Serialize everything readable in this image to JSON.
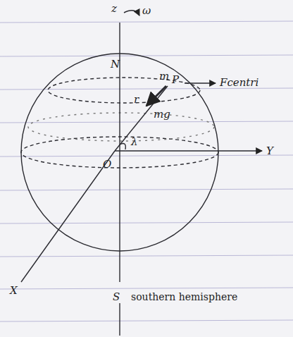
{
  "diagram": {
    "labels": [
      "z",
      "ω",
      "N",
      "m",
      "P",
      "Fcentri",
      "r",
      "mg",
      "λ",
      "O",
      "Y",
      "X",
      "S",
      "southern hemisphere"
    ]
  }
}
